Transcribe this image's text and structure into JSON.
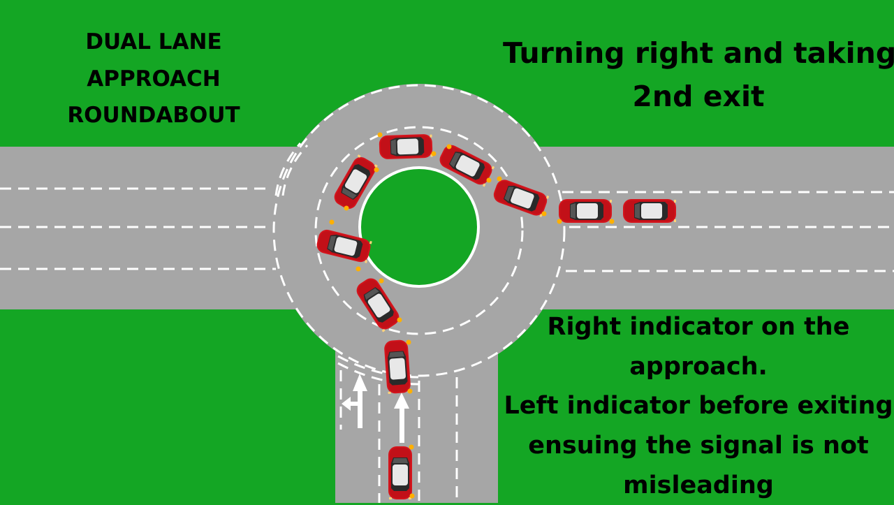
{
  "title": {
    "lines": [
      "DUAL LANE",
      "APPROACH",
      "ROUNDABOUT"
    ]
  },
  "heading": {
    "lines": [
      "Turning right and taking",
      "2nd exit"
    ]
  },
  "note": {
    "lines": [
      "Right indicator on the",
      "approach.",
      "Left indicator before exiting",
      "ensuing the signal is not",
      "misleading"
    ]
  },
  "colors": {
    "grass": "#14a624",
    "road": "#a6a6a6",
    "marking": "#ffffff",
    "car_body": "#d4141c",
    "car_roof": "#e8e8e8",
    "indicator": "#ffb000"
  },
  "car_count": 10,
  "lane_arrows": [
    "left-and-ahead-arrow",
    "ahead-arrow"
  ]
}
